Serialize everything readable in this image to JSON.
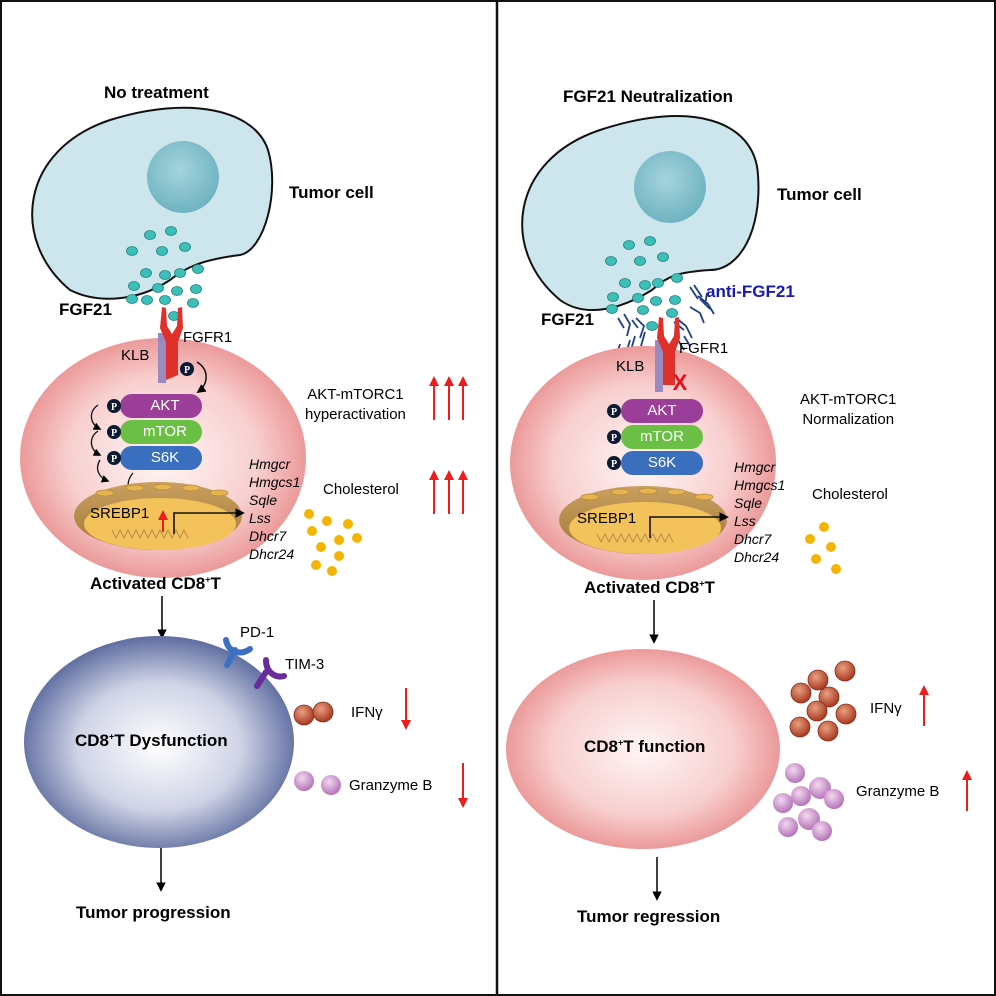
{
  "panels": [
    {
      "title": "No treatment",
      "tumor_cell_label": "Tumor cell",
      "ligand_label": "FGF21",
      "receptor_label": "FGFR1",
      "coreceptor_label": "KLB",
      "kinases": [
        "AKT",
        "mTOR",
        "S6K"
      ],
      "phospho_symbol": "P",
      "transcription_factor": "SREBP1",
      "genes": [
        "Hmgcr",
        "Hmgcs1",
        "Sqle",
        "Lss",
        "Dhcr7",
        "Dhcr24"
      ],
      "pathway_label_1": "AKT-mTORC1",
      "pathway_label_2": "hyperactivation",
      "pathway_trend": "up-up-up",
      "cholesterol_label": "Cholesterol",
      "cholesterol_trend": "up-up-up",
      "activated_label_pre": "Activated CD8",
      "activated_label_sup": "+",
      "activated_label_post": "T",
      "checkpoint_1": "PD-1",
      "checkpoint_2": "TIM-3",
      "tcell_state_pre": "CD8",
      "tcell_state_sup": "+",
      "tcell_state_post": "T Dysfunction",
      "cytokine_1": "IFNγ",
      "cytokine_1_trend": "down",
      "cytokine_2": "Granzyme B",
      "cytokine_2_trend": "down",
      "outcome": "Tumor progression"
    },
    {
      "title": "FGF21 Neutralization",
      "tumor_cell_label": "Tumor cell",
      "ligand_label": "FGF21",
      "antibody_label": "anti-FGF21",
      "receptor_label": "FGFR1",
      "coreceptor_label": "KLB",
      "blocked_symbol": "X",
      "kinases": [
        "AKT",
        "mTOR",
        "S6K"
      ],
      "phospho_symbol": "P",
      "transcription_factor": "SREBP1",
      "genes": [
        "Hmgcr",
        "Hmgcs1",
        "Sqle",
        "Lss",
        "Dhcr7",
        "Dhcr24"
      ],
      "pathway_label_1": "AKT-mTORC1",
      "pathway_label_2": "Normalization",
      "cholesterol_label": "Cholesterol",
      "activated_label_pre": "Activated CD8",
      "activated_label_sup": "+",
      "activated_label_post": "T",
      "tcell_state_pre": "CD8",
      "tcell_state_sup": "+",
      "tcell_state_post": "T function",
      "cytokine_1": "IFNγ",
      "cytokine_1_trend": "up",
      "cytokine_2": "Granzyme B",
      "cytokine_2_trend": "up",
      "outcome": "Tumor regression"
    }
  ],
  "colors": {
    "tumor_cell": "#cde6ee",
    "nucleus": "#7fbfcc",
    "fgf21": "#3bbfb8",
    "fgfr1": "#e0302a",
    "klb": "#9b8ac0",
    "akt": "#9a3e9a",
    "mtor": "#6cbf45",
    "s6k": "#3a6fbf",
    "phospho": "#0d1a33",
    "cholesterol": "#f5b400",
    "ifng": "#b5462e",
    "granzyme": "#c98ec9",
    "antibody": "#1d3f8a",
    "up_arrow": "#ee1c1c",
    "dysfunction_cell": "#5a6aa0",
    "pd1": "#3d6fc0",
    "tim3": "#6a2c9a"
  }
}
